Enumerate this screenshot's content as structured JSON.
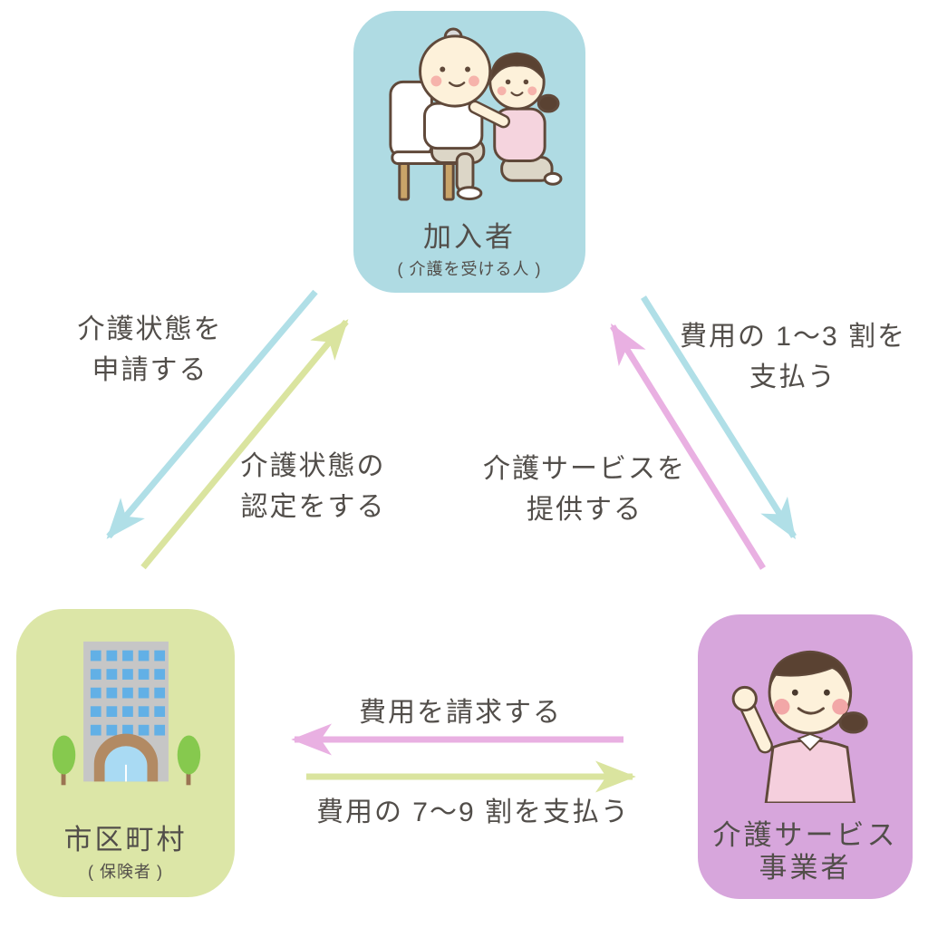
{
  "diagram": {
    "type": "relationship-diagram",
    "subject": "介護保険のしくみ (long-term care insurance flow)",
    "background_color": "#ffffff",
    "text_color": "#524e4a",
    "nodes": {
      "member": {
        "label": "加入者",
        "sublabel": "( 介護を受ける人 )",
        "color": "#afdbe3",
        "illustration": "elderly-person-assisted-by-caregiver"
      },
      "municipality": {
        "label": "市区町村",
        "sublabel": "( 保険者 )",
        "color": "#dce6a7",
        "illustration": "municipal-office-building"
      },
      "provider": {
        "label_line1": "介護サービス",
        "label_line2": "事業者",
        "color": "#d7a6dc",
        "illustration": "caregiver-waving"
      }
    },
    "arrows": [
      {
        "name": "apply",
        "from": "member",
        "to": "municipality",
        "color": "#b0dfe7",
        "label_line1": "介護状態を",
        "label_line2": "申請する"
      },
      {
        "name": "certify",
        "from": "municipality",
        "to": "member",
        "color": "#dae49f",
        "label_line1": "介護状態の",
        "label_line2": "認定をする"
      },
      {
        "name": "pay-1-3",
        "from": "member",
        "to": "provider",
        "color": "#b0dfe7",
        "label_line1": "費用の 1〜3 割を",
        "label_line2": "支払う"
      },
      {
        "name": "provide-service",
        "from": "provider",
        "to": "member",
        "color": "#e9b0e2",
        "label_line1": "介護サービスを",
        "label_line2": "提供する"
      },
      {
        "name": "bill-costs",
        "from": "provider",
        "to": "municipality",
        "color": "#e9b0e2",
        "label": "費用を請求する"
      },
      {
        "name": "pay-7-9",
        "from": "municipality",
        "to": "provider",
        "color": "#dae49f",
        "label": "費用の 7〜9 割を支払う"
      }
    ]
  }
}
